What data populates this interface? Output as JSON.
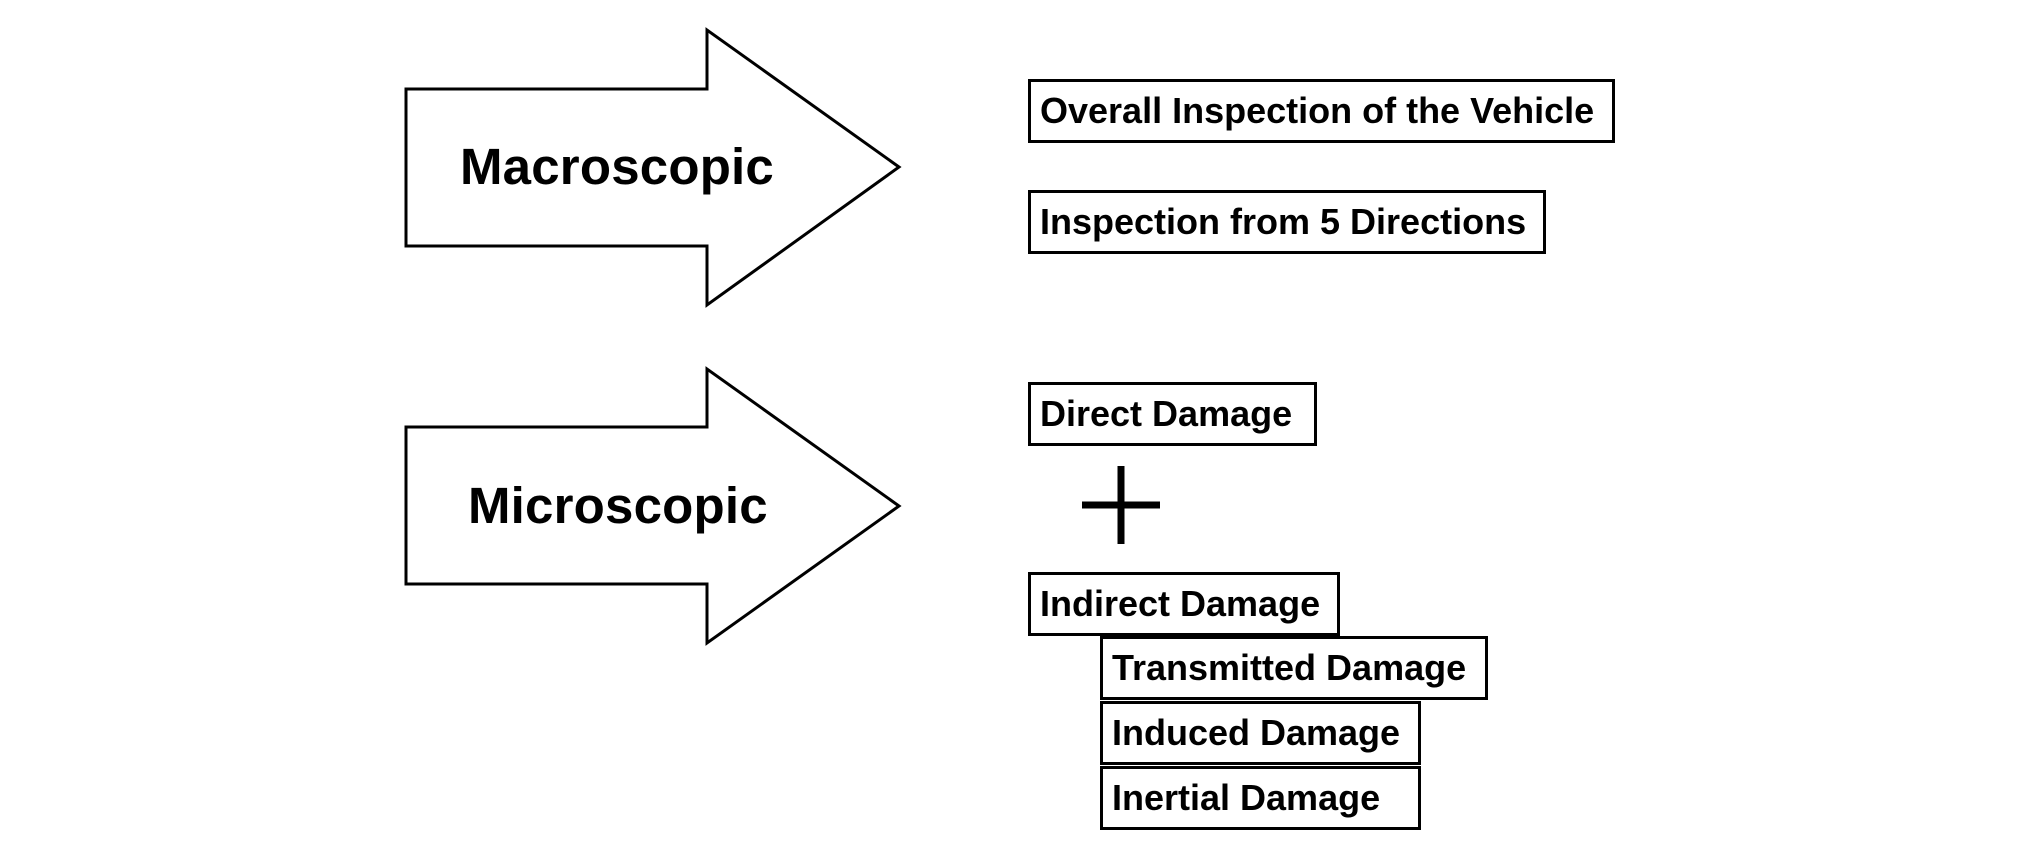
{
  "diagram": {
    "arrows": [
      {
        "label": "Macroscopic"
      },
      {
        "label": "Microscopic"
      }
    ],
    "macroscopic_items": [
      "Overall Inspection of the Vehicle",
      "Inspection from 5 Directions"
    ],
    "microscopic_items": {
      "direct": "Direct Damage",
      "operator": "+",
      "indirect": "Indirect Damage",
      "indirect_subtypes": [
        "Transmitted Damage",
        "Induced Damage",
        "Inertial Damage"
      ]
    }
  }
}
